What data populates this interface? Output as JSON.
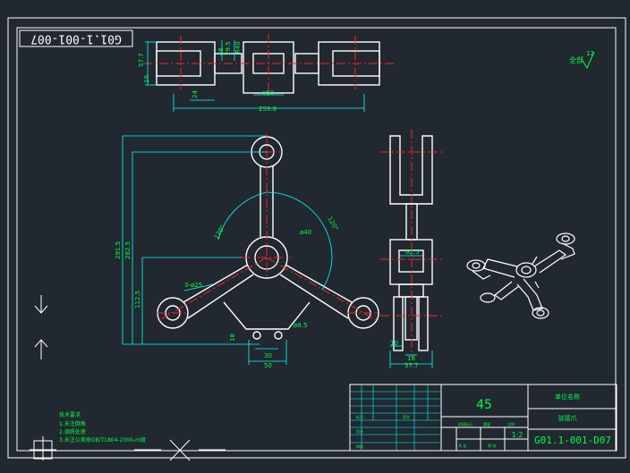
{
  "drawing_number": "G01.1-001-007",
  "roughness_label": "全部",
  "roughness_value": "12",
  "material": "45",
  "scale": "1:2",
  "notes": {
    "title": "技术要求",
    "lines": [
      "1.未注倒角",
      "2.调质处理",
      "3.未注公差按GB/T1804-2000-m级"
    ]
  },
  "title_block": {
    "company": "单位名称",
    "part_name": "驳接爪",
    "code": "G01.1-001-D07",
    "mark_label": "标记",
    "sign_label": "签名",
    "design_label": "设计",
    "check_label": "审核",
    "stage_label": "阶段标记",
    "weight_label": "重量",
    "scale_label": "比例",
    "sheet_label": "共  张",
    "sheet2_label": "第  张"
  },
  "dims_top": {
    "d_57_7": "57.7",
    "d_10": "10",
    "d_24": "24",
    "d_29_5": "29.5",
    "d_R40": "R40",
    "d_46": "46",
    "d_60": "ø60",
    "d_259_8": "259.8"
  },
  "dims_front": {
    "d_291": "291.5",
    "d_282": "282.5",
    "d_112": "112.5",
    "d_3_425": "3-ø25",
    "d_120a": "120°",
    "d_120b": "120°",
    "d_40": "ø40",
    "d_18": "18",
    "d_30": "30",
    "d_50": "50",
    "d_r5": "ø8.5"
  },
  "dims_side": {
    "d_62_5": "62.5",
    "d_10": "10",
    "d_18": "18",
    "d_57_7": "57.7"
  }
}
